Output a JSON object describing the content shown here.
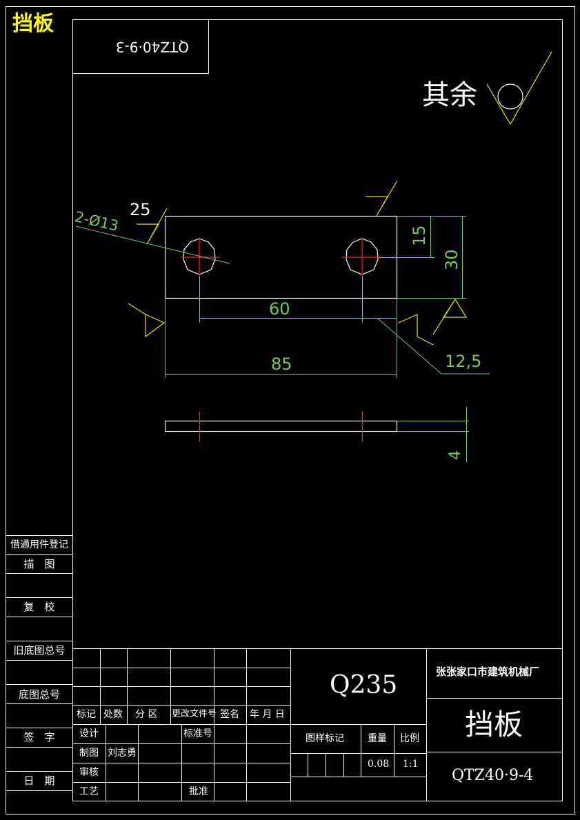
{
  "header_title": "挡板",
  "mirror_code": "QTZ40·9-3",
  "roughness_note": "其余",
  "dimensions": {
    "holes": "2-Ø13",
    "roughness_top": "25",
    "hole_offset": "15",
    "height": "30",
    "hole_spacing": "60",
    "edge_offset": "12,5",
    "length": "85",
    "thickness": "4"
  },
  "side_labels": [
    "借通用件登记",
    "描　图",
    "复　校",
    "旧底图总号",
    "底图总号",
    "签　字",
    "日　期"
  ],
  "revision_headers": [
    "标记",
    "处数",
    "分 区",
    "更改文件号",
    "签名",
    "年 月 日"
  ],
  "sign_rows": {
    "design": "设计",
    "standard": "标准号",
    "drawing": "制图",
    "drawer_name": "刘志勇",
    "review": "审核",
    "process": "工艺",
    "approve": "批准"
  },
  "material": "Q235",
  "company": "张张家口市建筑机械厂",
  "part_name": "挡板",
  "drawing_code": "QTZ40·9-4",
  "info_headers": [
    "图样标记",
    "重量",
    "比例"
  ],
  "weight": "0.08",
  "scale": "1:1",
  "colors": {
    "frame": "#ffffff",
    "dimension": "#7ec850",
    "center": "#ff2020",
    "symbol": "#e8e000",
    "header": "#ffff00"
  }
}
